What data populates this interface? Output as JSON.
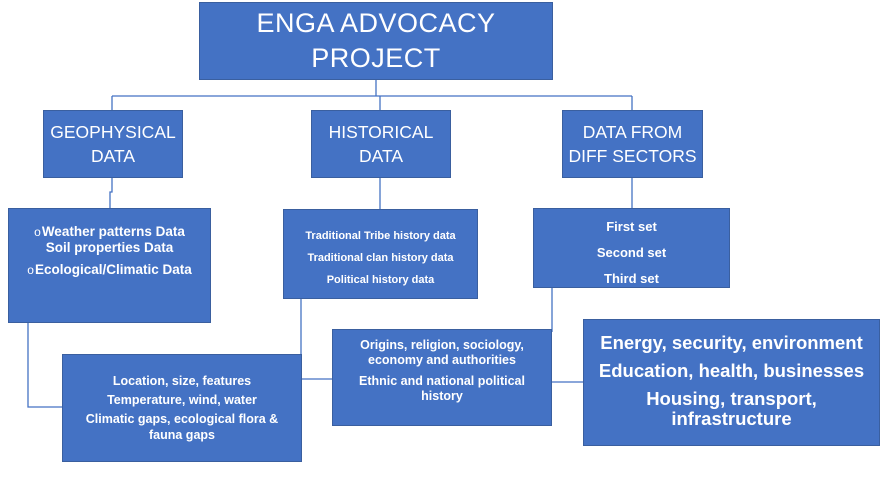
{
  "title": {
    "line1": "ENGA ADVOCACY",
    "line2": "PROJECT"
  },
  "categories": {
    "geophysical": {
      "line1": "GEOPHYSICAL",
      "line2": "DATA"
    },
    "historical": {
      "line1": "HISTORICAL",
      "line2": "DATA"
    },
    "sectors": {
      "line1": "DATA FROM",
      "line2": "DIFF SECTORS"
    }
  },
  "geophysical_list": {
    "bullet": "o",
    "item1": "Weather patterns Data",
    "item2": "Soil properties Data",
    "item3": "Ecological/Climatic Data"
  },
  "historical_list": {
    "item1": "Traditional Tribe history data",
    "item2": "Traditional clan history data",
    "item3": "Political history data"
  },
  "sectors_list": {
    "item1": "First set",
    "item2": "Second set",
    "item3": "Third set"
  },
  "geophysical_details": {
    "line1": "Location, size, features",
    "line2": "Temperature, wind, water",
    "line3": "Climatic gaps, ecological flora &",
    "line4": "fauna gaps"
  },
  "historical_details": {
    "line1": "Origins, religion, sociology,",
    "line2": "economy and authorities",
    "line3": "Ethnic and national political",
    "line4": "history"
  },
  "sectors_details": {
    "line1": "Energy, security, environment",
    "line2": "Education, health, businesses",
    "line3": "Housing, transport,",
    "line4": "infrastructure"
  },
  "colors": {
    "box_fill": "#4472c4",
    "connector": "#4472c4",
    "text": "#ffffff"
  }
}
